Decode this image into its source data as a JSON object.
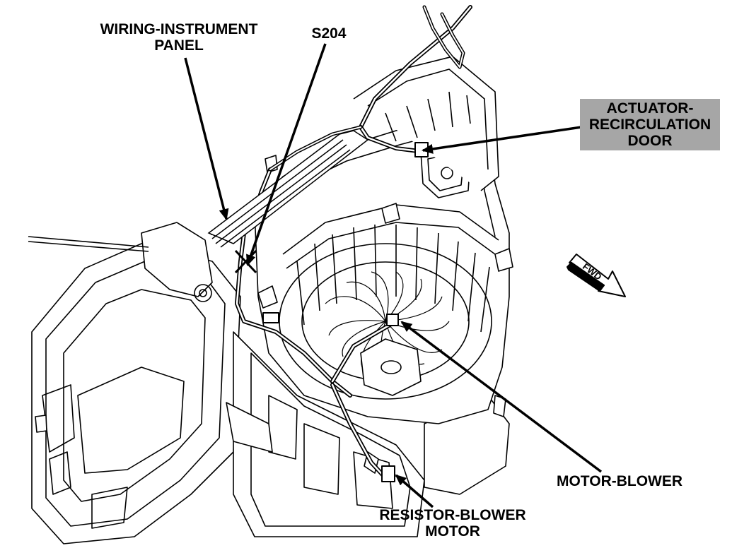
{
  "labels": {
    "wiring_instrument_panel": [
      "WIRING-INSTRUMENT",
      "PANEL"
    ],
    "s204": "S204",
    "actuator_recirculation_door": [
      "ACTUATOR-",
      "RECIRCULATION",
      "DOOR"
    ],
    "motor_blower": "MOTOR-BLOWER",
    "resistor_blower_motor": [
      "RESISTOR-BLOWER",
      "MOTOR"
    ],
    "fwd": "FWD"
  },
  "colors": {
    "line": "#000000",
    "callout_box": "#a6a6a6",
    "background": "#ffffff"
  }
}
